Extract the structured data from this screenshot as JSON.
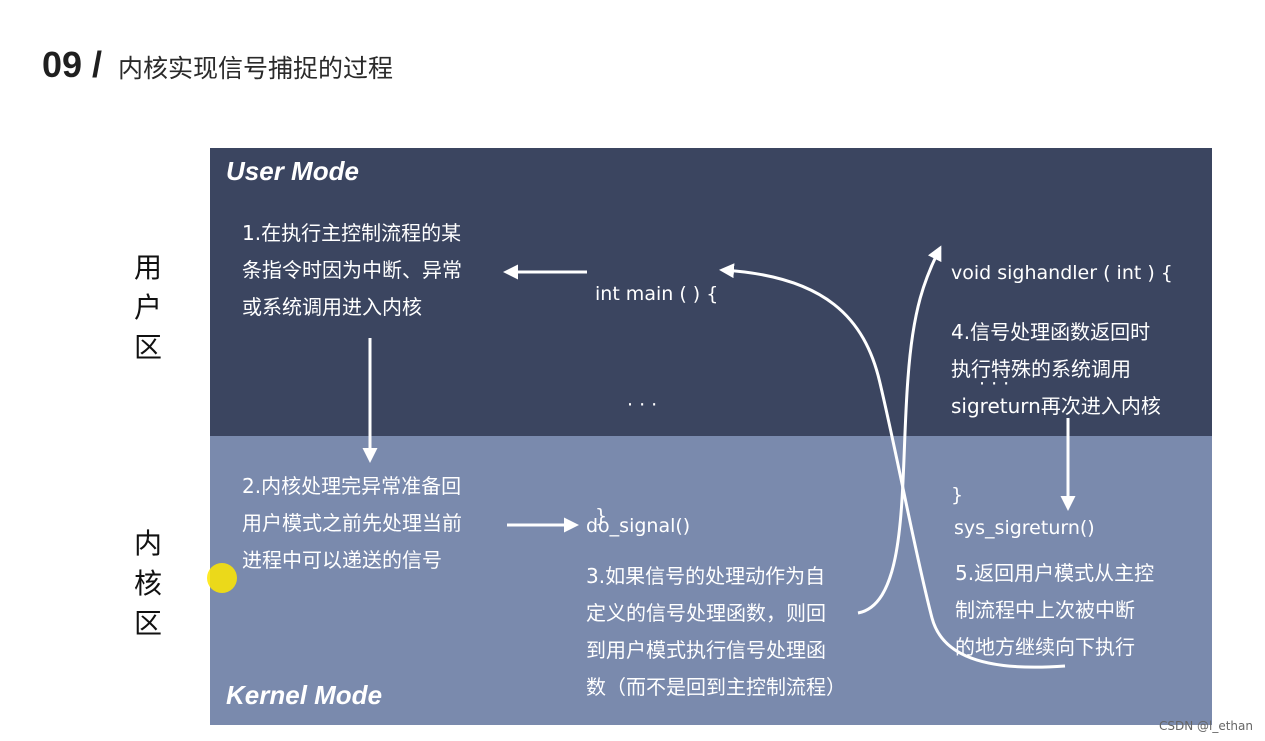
{
  "header": {
    "number": "09 /",
    "title": "内核实现信号捕捉的过程"
  },
  "side_labels": {
    "user": [
      "用",
      "户",
      "区"
    ],
    "kernel": [
      "内",
      "核",
      "区"
    ]
  },
  "modes": {
    "user": "User Mode",
    "kernel": "Kernel Mode"
  },
  "user_area": {
    "step1": [
      "1.在执行主控制流程的某",
      "条指令时因为中断、异常",
      "或系统调用进入内核"
    ],
    "main_code": [
      "int main ( ) {",
      "· · ·",
      "}"
    ],
    "handler_code": [
      "void sighandler ( int ) {",
      "· · ·",
      "}"
    ],
    "step4": [
      "4.信号处理函数返回时",
      "执行特殊的系统调用",
      "sigreturn再次进入内核"
    ]
  },
  "kernel_area": {
    "step2": [
      "2.内核处理完异常准备回",
      "用户模式之前先处理当前",
      "进程中可以递送的信号"
    ],
    "do_signal": "do_signal()",
    "step3": [
      "3.如果信号的处理动作为自",
      "定义的信号处理函数，则回",
      "到用户模式执行信号处理函",
      "数（而不是回到主控制流程）"
    ],
    "sys_sigreturn": "sys_sigreturn()",
    "step5": [
      "5.返回用户模式从主控",
      "制流程中上次被中断",
      "的地方继续向下执行"
    ]
  },
  "watermark": "CSDN @l_ethan",
  "colors": {
    "user_panel": "#3b4560",
    "kernel_panel": "#7a8aad",
    "text": "#ffffff"
  }
}
